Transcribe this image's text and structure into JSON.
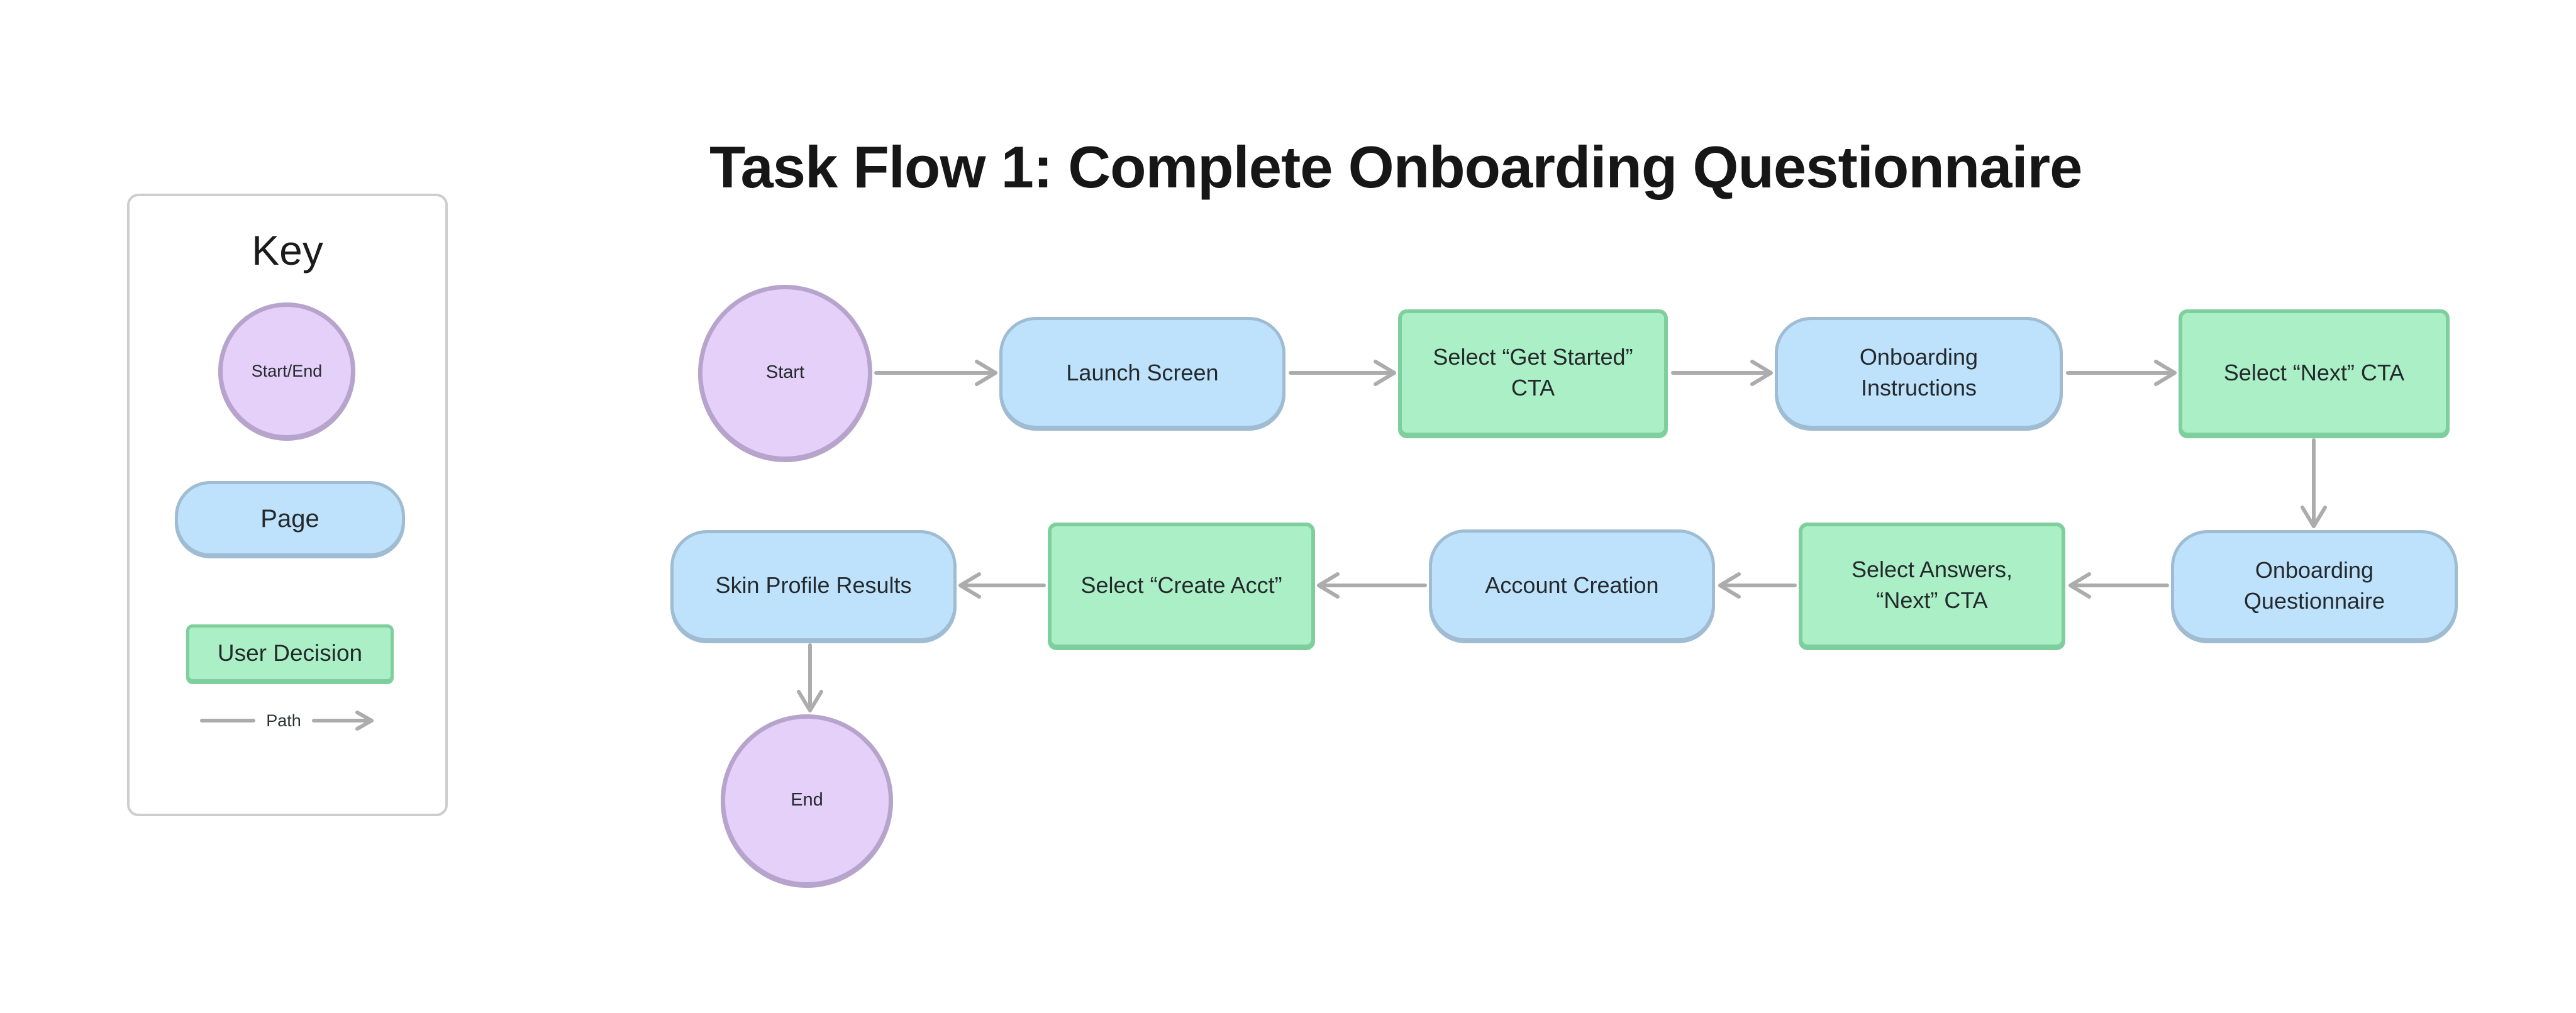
{
  "title": "Task Flow 1: Complete Onboarding Questionnaire",
  "key": {
    "title": "Key",
    "start_end": "Start/End",
    "page": "Page",
    "user_decision": "User Decision",
    "path": "Path"
  },
  "flow": {
    "start": "Start",
    "launch_screen": "Launch Screen",
    "select_get_started": "Select “Get Started” CTA",
    "onboarding_instructions": "Onboarding Instructions",
    "select_next": "Select “Next” CTA",
    "onboarding_questionnaire": "Onboarding Questionnaire",
    "select_answers_next": "Select Answers, “Next” CTA",
    "account_creation": "Account Creation",
    "select_create_acct": "Select “Create Acct”",
    "skin_profile_results": "Skin Profile Results",
    "end": "End"
  },
  "colors": {
    "start_end_fill": "#e4d0f8",
    "start_end_border": "#b7a4cc",
    "page_fill": "#bfe2fc",
    "page_border": "#9fbcd2",
    "decision_fill": "#abefc6",
    "decision_border": "#7ecf9d",
    "arrow": "#acacac",
    "text": "#24292c",
    "panel_border": "#cdcdcd",
    "background": "#ffffff"
  }
}
